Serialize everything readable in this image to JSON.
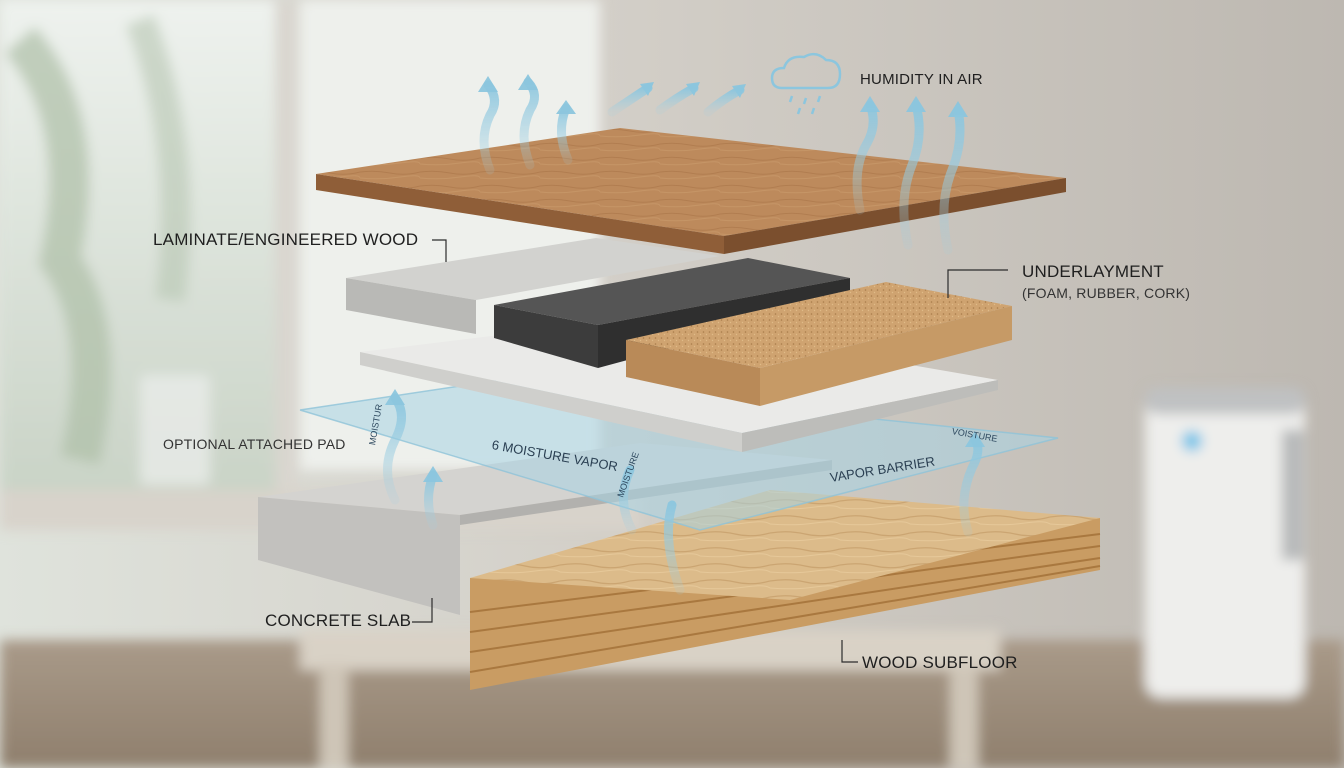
{
  "labels": {
    "humidity": "HUMIDITY IN AIR",
    "laminate": "LAMINATE/ENGINEERED WOOD",
    "underlayment": "UNDERLAYMENT",
    "underlayment_types": "(FOAM, RUBBER, CORK)",
    "attached_pad": "OPTIONAL ATTACHED PAD",
    "moisture_vapor": "6 MOISTURE VAPOR",
    "vapor_barrier": "VAPOR BARRIER",
    "concrete_slab": "CONCRETE SLAB",
    "wood_subfloor": "WOOD SUBFLOOR",
    "arrow_moisture_1": "MOISTUR",
    "arrow_moisture_2": "MOISTURE",
    "arrow_moisture_3": "VOISTURE"
  },
  "colors": {
    "wood_top": "#b98558",
    "wood_side": "#8a5a36",
    "foam_gray": "#c4c4c2",
    "rubber": "#4a4a4a",
    "cork": "#cfa370",
    "pad_white": "#e9e9e7",
    "barrier": "#a8d4e4",
    "concrete": "#cfcfcc",
    "subfloor": "#d8b887",
    "arrow": "#9fd0e4"
  }
}
